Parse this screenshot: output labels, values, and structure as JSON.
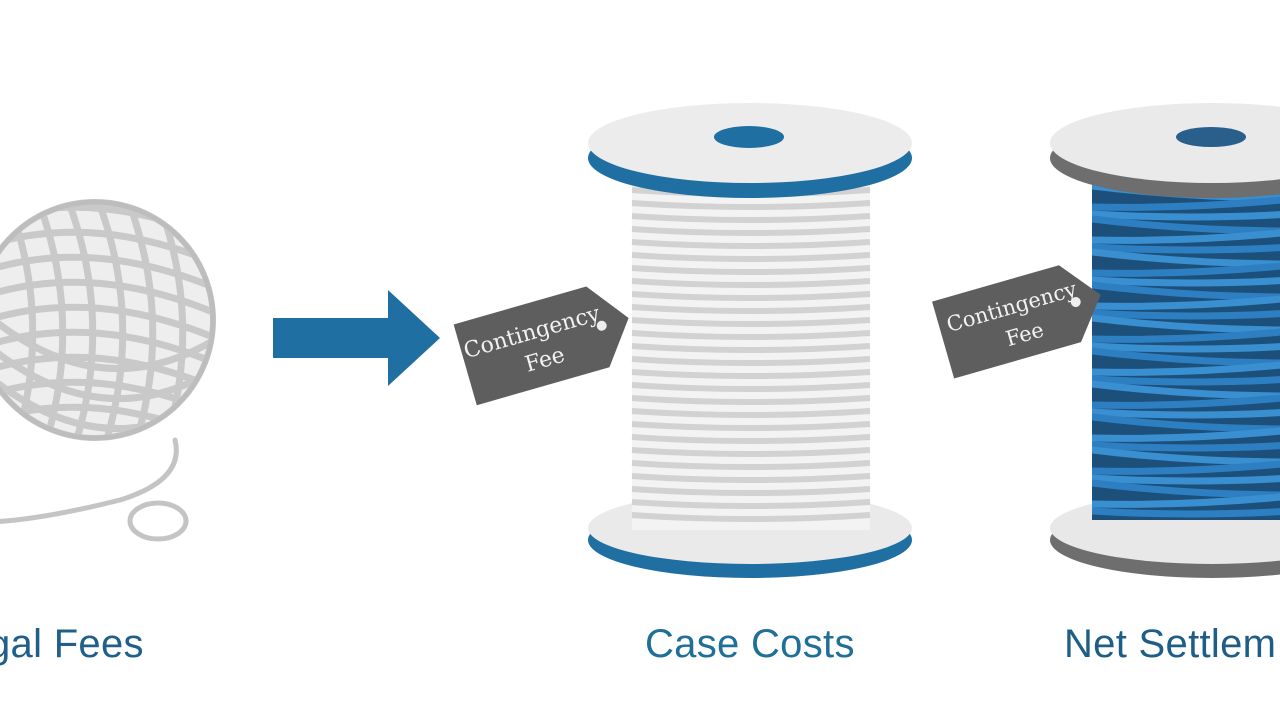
{
  "stages": [
    {
      "id": "legal",
      "label": "gal Fees"
    },
    {
      "id": "case",
      "label": "Case Costs",
      "tag": {
        "line1": "Contingency",
        "line2": "Fee"
      }
    },
    {
      "id": "net",
      "label": "Net Settlem",
      "tag": {
        "line1": "Contingency",
        "line2": "Fee"
      }
    }
  ],
  "colors": {
    "accent_blue": "#1f6fa3",
    "thread_blue": "#3a8fd0",
    "yarn_gray": "#c9c9c9",
    "tag_gray": "#5e5e5e",
    "spool_rim_gray": "#6e6e6e"
  },
  "icons": [
    "yarn-ball-icon",
    "arrow-right-icon",
    "white-spool-icon",
    "blue-spool-icon",
    "price-tag-icon"
  ]
}
